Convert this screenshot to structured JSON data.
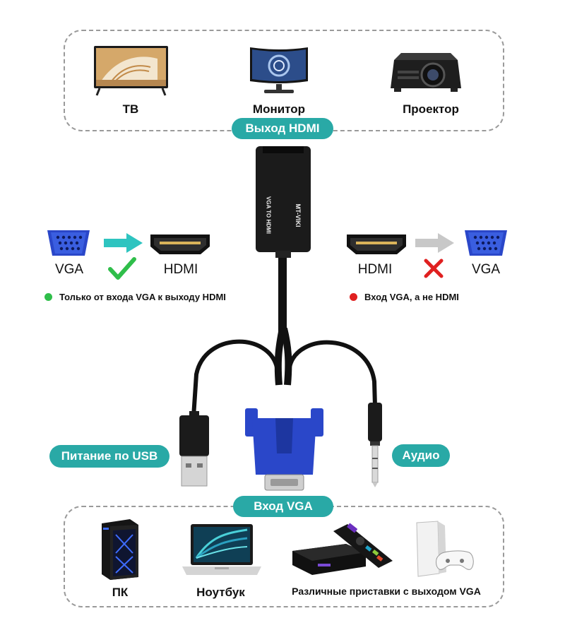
{
  "outputs": {
    "items": [
      {
        "label": "ТВ",
        "icon": "tv-icon"
      },
      {
        "label": "Монитор",
        "icon": "monitor-icon"
      },
      {
        "label": "Проектор",
        "icon": "projector-icon"
      }
    ],
    "badge": "Выход HDMI"
  },
  "adapter": {
    "brand": "MT-VIKI",
    "model": "VGA TO HDMI"
  },
  "direction_ok": {
    "from": "VGA",
    "to": "HDMI",
    "note": "Только от входа VGA к выходу HDMI",
    "color": "#2fbe4a"
  },
  "direction_bad": {
    "from": "HDMI",
    "to": "VGA",
    "note": "Вход VGA, а не HDMI",
    "color": "#e02020"
  },
  "cables": {
    "usb_label": "Питание по USB",
    "audio_label": "Аудио"
  },
  "inputs": {
    "badge": "Вход VGA",
    "items": [
      {
        "label": "ПК",
        "icon": "pc-tower-icon"
      },
      {
        "label": "Ноутбук",
        "icon": "laptop-icon"
      },
      {
        "label": "Различные приставки с выходом VGA",
        "icon": "set-top-box-icon"
      }
    ]
  },
  "colors": {
    "accent": "#29a9a6",
    "vga_blue": "#2a47c9",
    "dash": "#9a9a9a"
  }
}
